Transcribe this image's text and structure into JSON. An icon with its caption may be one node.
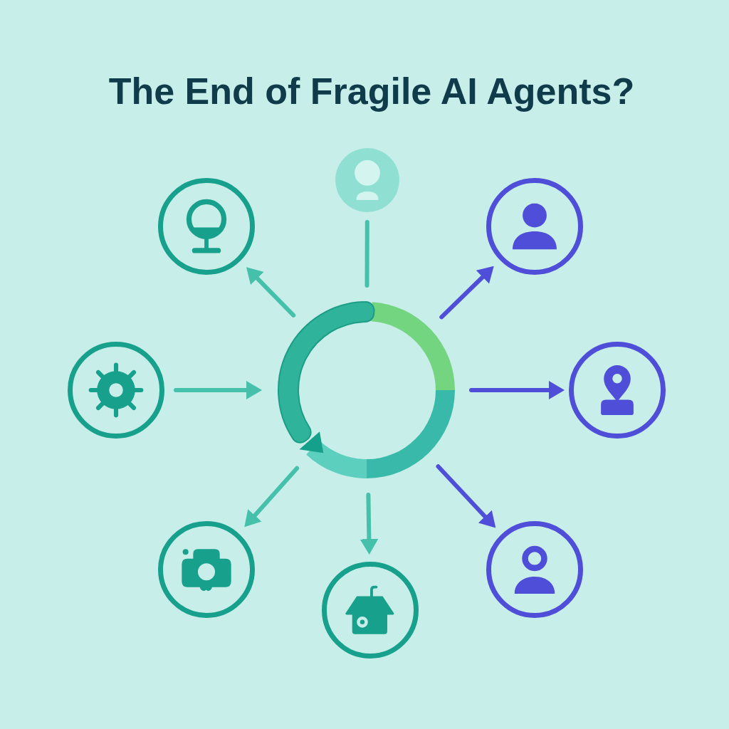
{
  "diagram": {
    "title": "The End of Fragile AI Agents?",
    "nodes": [
      {
        "text": [],
        "shape": "circle"
      },
      {
        "text": [],
        "shape": "circle"
      },
      {
        "text": [],
        "shape": "circle"
      },
      {
        "text": [],
        "shape": "circle"
      },
      {
        "text": [],
        "shape": "circle"
      },
      {
        "text": [],
        "shape": "circle"
      },
      {
        "text": [],
        "shape": "circle"
      },
      {
        "text": [],
        "shape": "circle"
      },
      {
        "text": [],
        "shape": "circle"
      }
    ],
    "edges": [
      {
        "from": 4,
        "to": 0,
        "arrow": "none"
      },
      {
        "from": 4,
        "to": 1,
        "arrow": "to"
      },
      {
        "from": 4,
        "to": 2,
        "arrow": "to",
        "color": "#4f4ed8"
      },
      {
        "from": 3,
        "to": 4,
        "arrow": "to"
      },
      {
        "from": 4,
        "to": 5,
        "arrow": "to",
        "color": "#4f4ed8"
      },
      {
        "from": 4,
        "to": 6,
        "arrow": "to"
      },
      {
        "from": 4,
        "to": 8,
        "arrow": "to"
      },
      {
        "from": 4,
        "to": 7,
        "arrow": "to",
        "color": "#4f4ed8"
      }
    ]
  }
}
